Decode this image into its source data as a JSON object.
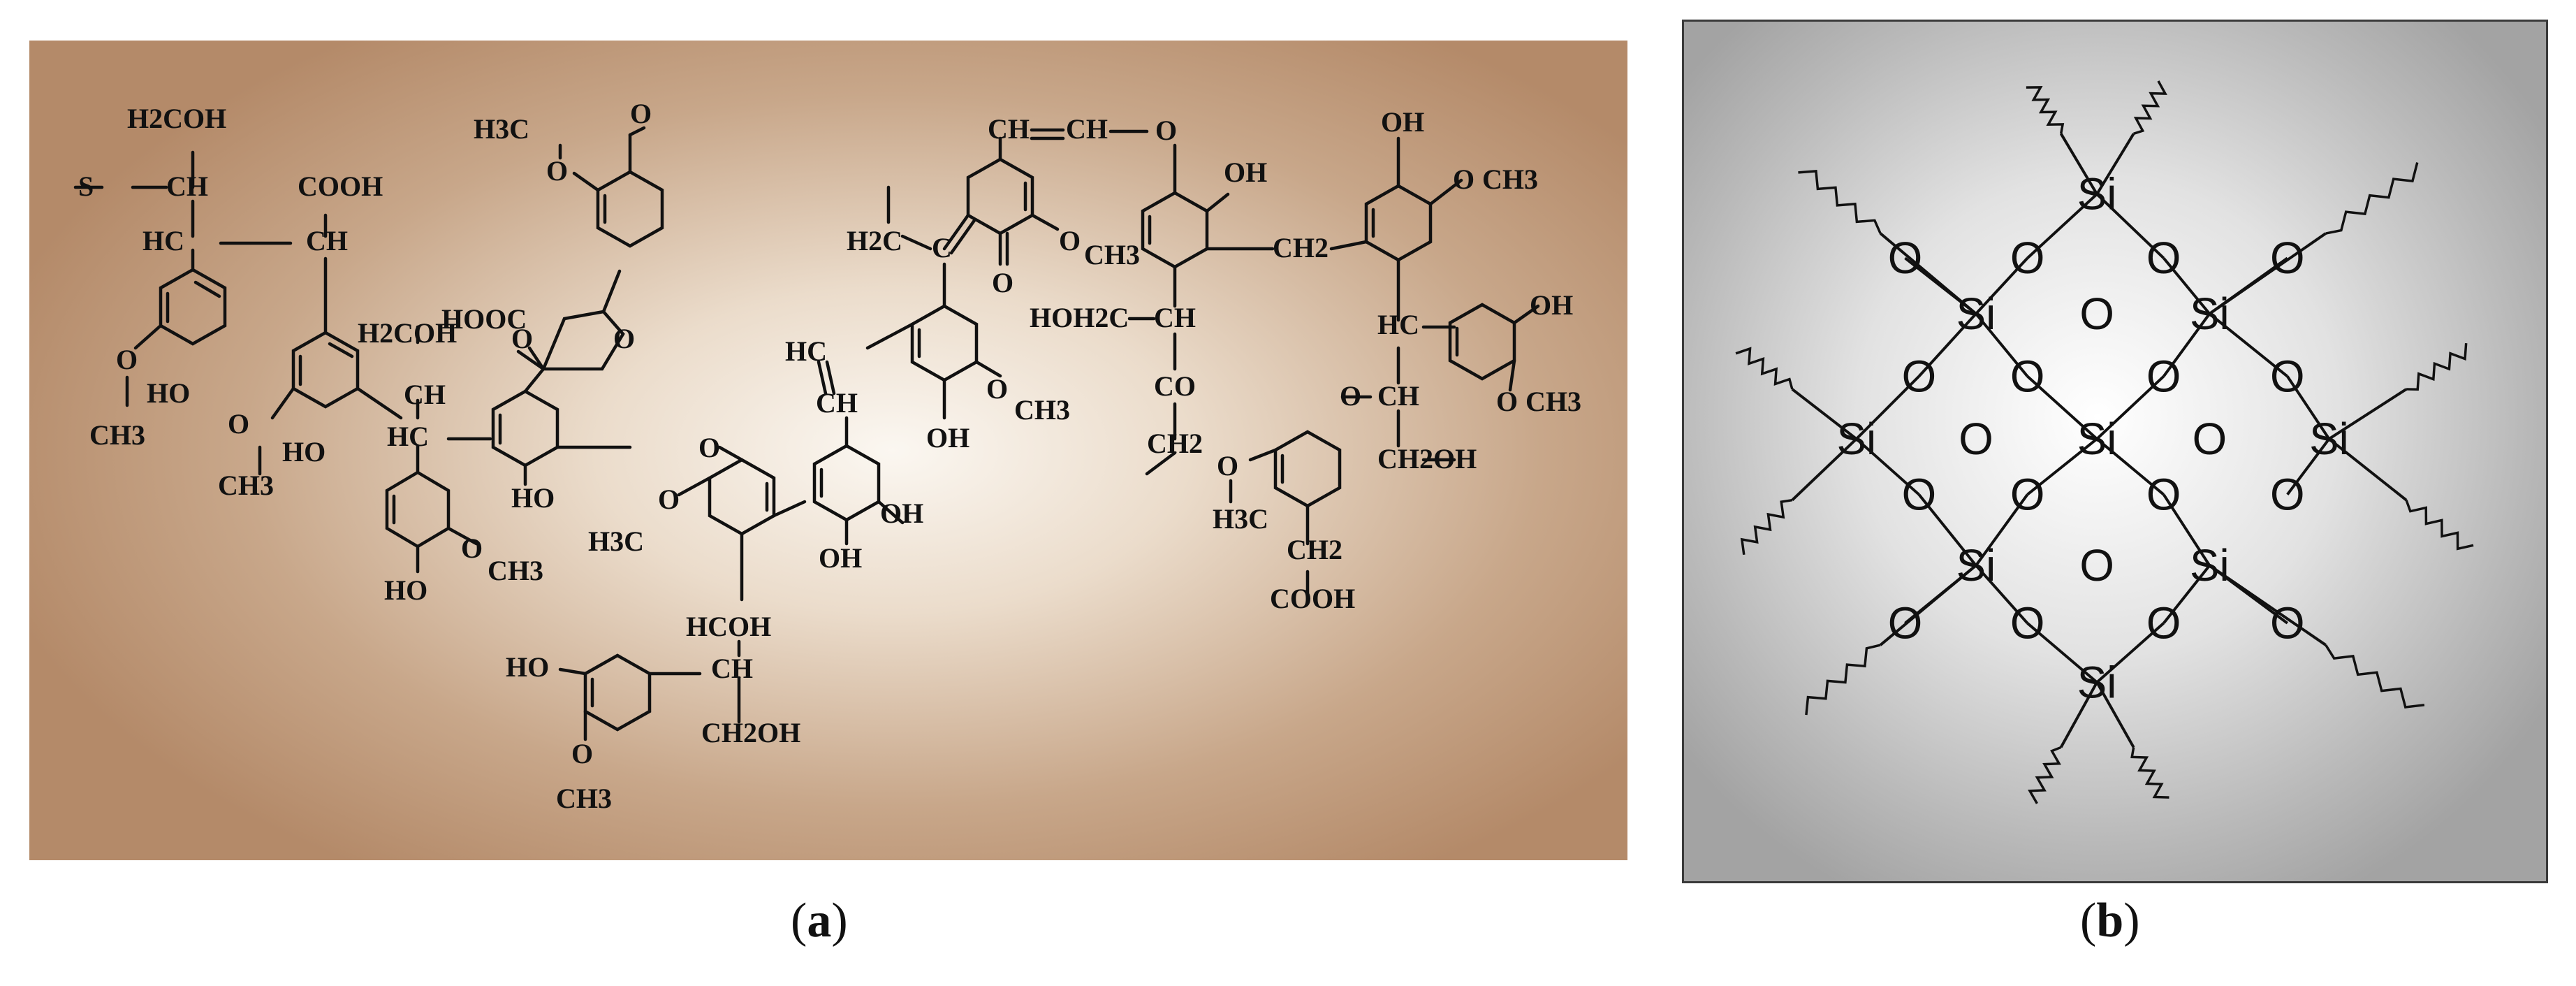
{
  "panel_a": {
    "labels": {
      "h2coh_1": "H2COH",
      "s": "S",
      "ch_1": "CH",
      "hc_1": "HC",
      "ch_2": "CH",
      "cooh_1": "COOH",
      "ho_1": "HO",
      "ch3_1": "CH3",
      "o_1": "O",
      "o_2": "O",
      "ch3_2": "CH3",
      "ho_2": "HO",
      "h2coh_2": "H2COH",
      "ch_3": "CH",
      "hc_2": "HC",
      "ho_3": "HO",
      "o_3": "O",
      "ch3_3": "CH3",
      "h3c_1": "H3C",
      "o_4": "O",
      "o_5": "O",
      "hooc": "HOOC",
      "o_6": "O",
      "o_7": "O",
      "ho_4": "HO",
      "o_8": "O",
      "o_9": "O",
      "h3c_2": "H3C",
      "hc_3": "HC",
      "ch_4": "CH",
      "oh_1": "OH",
      "oh_2": "OH",
      "hcoh": "HCOH",
      "ch_5": "CH",
      "ch2oh_1": "CH2OH",
      "ho_5": "HO",
      "o_10": "O",
      "ch3_4": "CH3",
      "h2c_1": "H2C",
      "c_1": "C",
      "o_11": "O",
      "o_12": "O",
      "ch3_5": "CH3",
      "oh_3": "OH",
      "o_13": "O",
      "ch3_6": "CH3",
      "ch_6": "CH",
      "ch_7": "CH",
      "o_14": "O",
      "oh_4": "OH",
      "ch2_1": "CH2",
      "hoh2c": "HOH2C",
      "ch_8": "CH",
      "co": "CO",
      "ch2_2": "CH2",
      "oh_5": "OH",
      "o_15": "O",
      "ch3_7": "CH3",
      "hc_4": "HC",
      "oh_6": "OH",
      "o_16": "O",
      "ch3_8": "CH3",
      "o_17": "O",
      "ch_9": "CH",
      "ch2oh_2": "CH2OH",
      "o_18": "O",
      "h3c_3": "H3C",
      "ch2_3": "CH2",
      "cooh_2": "COOH"
    }
  },
  "panel_b": {
    "si_labels": [
      "Si",
      "Si",
      "Si",
      "Si",
      "Si",
      "Si",
      "Si",
      "Si",
      "Si"
    ],
    "o_labels": [
      "O",
      "O",
      "O",
      "O",
      "O",
      "O",
      "O",
      "O",
      "O",
      "O",
      "O",
      "O",
      "O",
      "O",
      "O",
      "O",
      "O",
      "O",
      "O",
      "O"
    ]
  },
  "captions": {
    "a_open": "(",
    "a_letter": "a",
    "a_close": ")",
    "b_open": "(",
    "b_letter": "b",
    "b_close": ")"
  }
}
